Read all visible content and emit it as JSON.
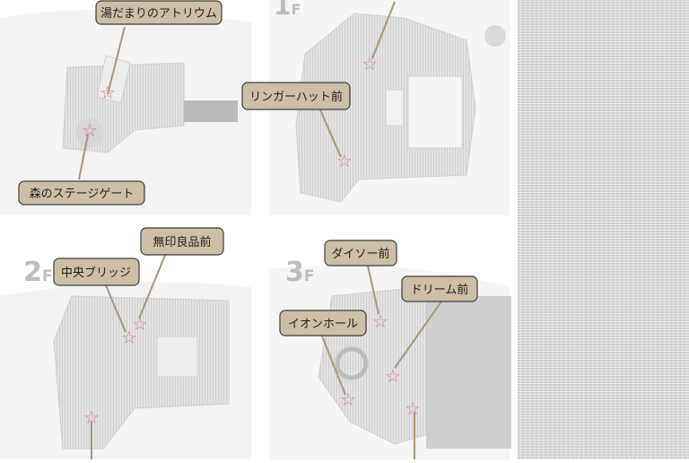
{
  "floors": {
    "f1": {
      "label_num": "1",
      "label_suffix": "F"
    },
    "f2": {
      "label_num": "2",
      "label_suffix": "F"
    },
    "f3": {
      "label_num": "3",
      "label_suffix": "F"
    }
  },
  "spots": {
    "atrium": "湯だまりのアトリウム",
    "forest_gate": "森のステージゲート",
    "ringer_hut": "リンガーハット前",
    "central_bridge": "中央ブリッジ",
    "muji": "無印良品前",
    "daiso": "ダイソー前",
    "dream": "ドリーム前",
    "aeon_hall": "イオンホール"
  },
  "colors": {
    "map_fill": "#e8e8e8",
    "label_bg": "#cdbfa6",
    "label_border": "#3b3b3b",
    "marker": "#d97a9e",
    "floor_label": "#bdbdbd"
  }
}
